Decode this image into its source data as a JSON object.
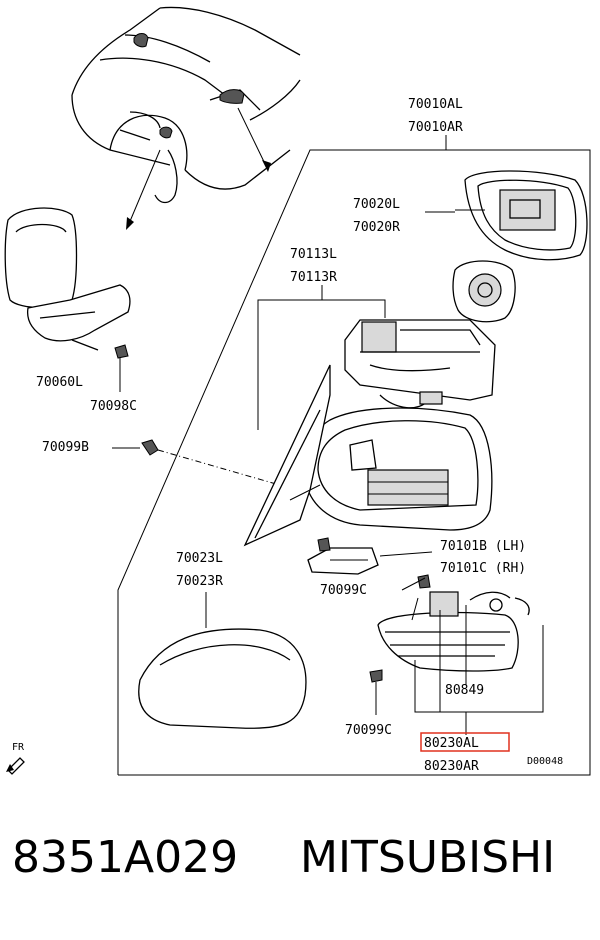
{
  "callouts": {
    "mirror_assembly_l": "70010AL",
    "mirror_assembly_r": "70010AR",
    "mirror_glass_l": "70020L",
    "mirror_glass_r": "70020R",
    "actuator_l": "70113L",
    "actuator_r": "70113R",
    "inner_mirror_part": "70060L",
    "inner_mirror_screw": "70098C",
    "grommet": "70099B",
    "cover_l": "70023L",
    "cover_r": "70023R",
    "side_lamp_lh": "70101B (LH)",
    "side_lamp_rh": "70101C (RH)",
    "screw_a": "70099C",
    "screw_b": "70099C",
    "bulb": "80849",
    "turn_lamp_l": "80230AL",
    "turn_lamp_r": "80230AR",
    "drawing_code": "D00048",
    "front_marker": "FR"
  },
  "caption": {
    "part_number": "8351A029",
    "brand": "MITSUBISHI"
  },
  "colors": {
    "line": "#000000",
    "highlight": "#e0301e",
    "background": "#ffffff"
  }
}
